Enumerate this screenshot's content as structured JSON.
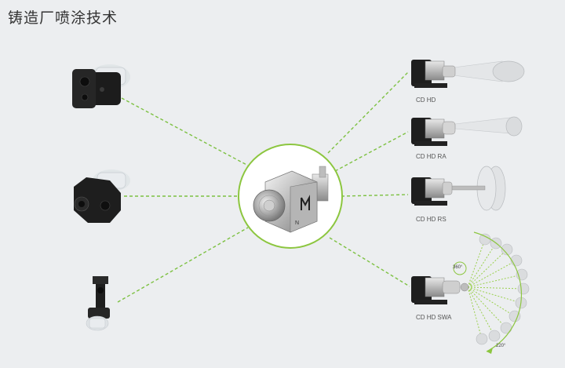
{
  "title": "铸造厂喷涂技术",
  "accent_color": "#8cc63f",
  "connector_color": "#7dc142",
  "center_module": {
    "name": "m-module"
  },
  "mounts": [
    {
      "name": "flange-mount-1"
    },
    {
      "name": "flange-mount-2"
    },
    {
      "name": "bracket-mount"
    }
  ],
  "nozzles": [
    {
      "label": "CD HD"
    },
    {
      "label": "CD HD RA"
    },
    {
      "label": "CD HD RS"
    },
    {
      "label": "CD HD SWA"
    }
  ],
  "angle_labels": {
    "rotation": "360°",
    "swivel": "220°"
  }
}
